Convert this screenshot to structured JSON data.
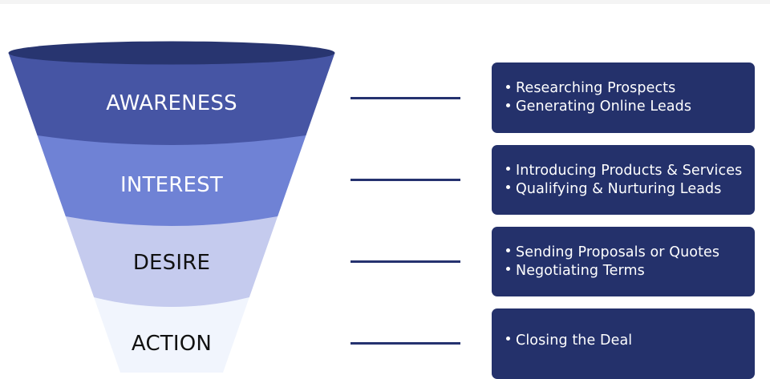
{
  "diagram": {
    "type": "sales-funnel",
    "stages": [
      {
        "label": "AWARENESS",
        "color": "#4655a4",
        "text_color": "#ffffff",
        "details": [
          "Researching Prospects",
          "Generating Online Leads"
        ]
      },
      {
        "label": "INTEREST",
        "color": "#6f82d5",
        "text_color": "#ffffff",
        "details": [
          "Introducing Products & Services",
          "Qualifying & Nurturing Leads"
        ]
      },
      {
        "label": "DESIRE",
        "color": "#c5cbee",
        "text_color": "#111111",
        "details": [
          "Sending Proposals or Quotes",
          "Negotiating Terms"
        ]
      },
      {
        "label": "ACTION",
        "color": "#f1f5fd",
        "text_color": "#111111",
        "details": [
          "Closing the Deal"
        ]
      }
    ],
    "rim_color": "#283570",
    "box_color": "#24316b",
    "connector_color": "#25326f"
  }
}
